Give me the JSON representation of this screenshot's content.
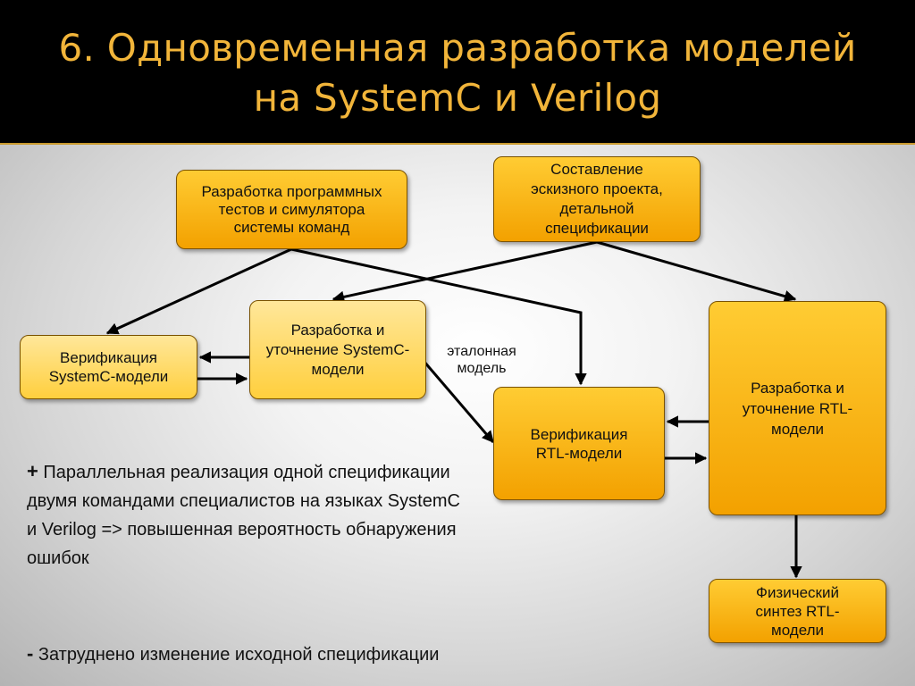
{
  "title": {
    "line1": "6. Одновременная разработка моделей",
    "line2": "на SystemC и Verilog"
  },
  "boxes": {
    "tests": "Разработка программных тестов и симулятора системы команд",
    "spec": "Составление эскизного проекта, детальной спецификации",
    "verif_sc": "Верификация SystemC-модели",
    "dev_sc": "Разработка и уточнение SystemC-модели",
    "verif_rtl": "Верификация RTL-модели",
    "dev_rtl": "Разработка и уточнение RTL-модели",
    "synth": "Физический синтез RTL-модели"
  },
  "labels": {
    "reference_model": "эталонная модель"
  },
  "notes": {
    "plus_sign": "+",
    "plus_text": "Параллельная реализация одной спецификации двумя командами специалистов на языках SystemC и Verilog => повышенная вероятность обнаружения ошибок",
    "minus_sign": "-",
    "minus_text": "Затруднено изменение исходной спецификации"
  },
  "colors": {
    "title": "#f2b53a",
    "box_fill": "#f3a100",
    "box_fill_pale": "#ffd54a"
  }
}
